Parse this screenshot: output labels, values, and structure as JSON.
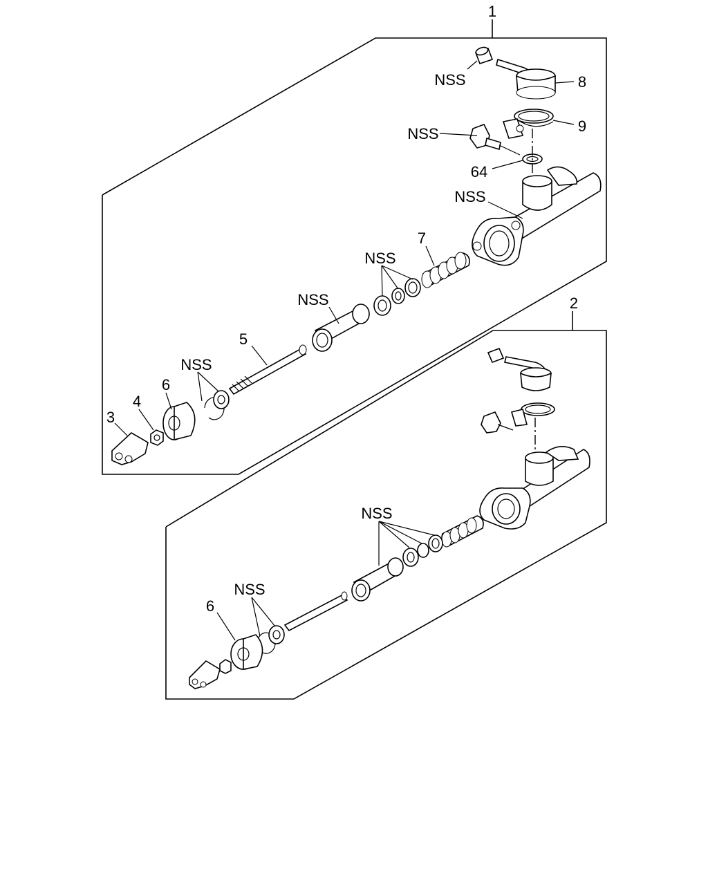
{
  "callouts": {
    "assembly_1": "1",
    "assembly_2": "2",
    "part_3": "3",
    "part_4": "4",
    "part_5": "5",
    "part_6_upper": "6",
    "part_6_lower": "6",
    "part_7": "7",
    "part_8": "8",
    "part_9": "9",
    "part_64": "64",
    "nss_pipe": "NSS",
    "nss_fitting": "NSS",
    "nss_housing": "NSS",
    "nss_seals_upper": "NSS",
    "nss_bushing": "NSS",
    "nss_snapring_upper": "NSS",
    "nss_seals_lower": "NSS",
    "nss_snapring_lower": "NSS"
  }
}
